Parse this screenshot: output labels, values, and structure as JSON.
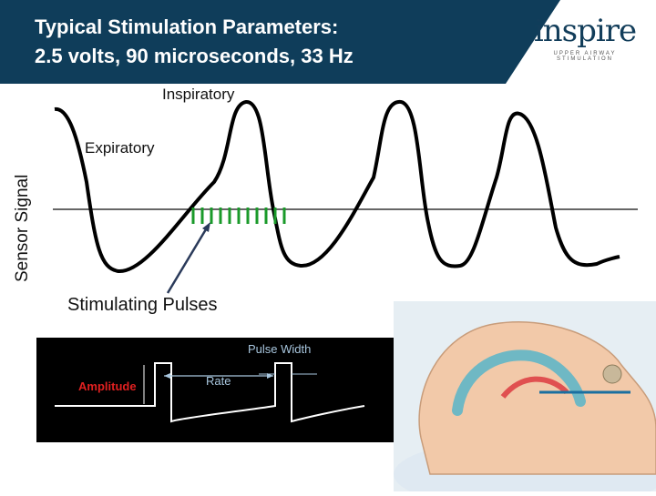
{
  "header": {
    "title_line1": "Typical Stimulation Parameters:",
    "title_line2": "2.5 volts, 90 microseconds, 33 Hz",
    "logo_word": "inspire",
    "logo_tag": "UPPER AIRWAY STIMULATION"
  },
  "plot": {
    "y_label": "Sensor Signal",
    "inspiratory": "Inspiratory",
    "expiratory": "Expiratory",
    "stimulating_pulses": "Stimulating Pulses",
    "colors": {
      "wave": "#000000",
      "pulses": "#1a9a2a",
      "baseline": "#333333"
    }
  },
  "pulse_diagram": {
    "amplitude": "Amplitude",
    "rate": "Rate",
    "pulse_width": "Pulse Width",
    "colors": {
      "background": "#000000",
      "signal": "#ffffff",
      "amplitude": "#e02020",
      "annotation": "#a8c6de"
    }
  },
  "illustration": {
    "icon": "patient-airway-illustration"
  }
}
